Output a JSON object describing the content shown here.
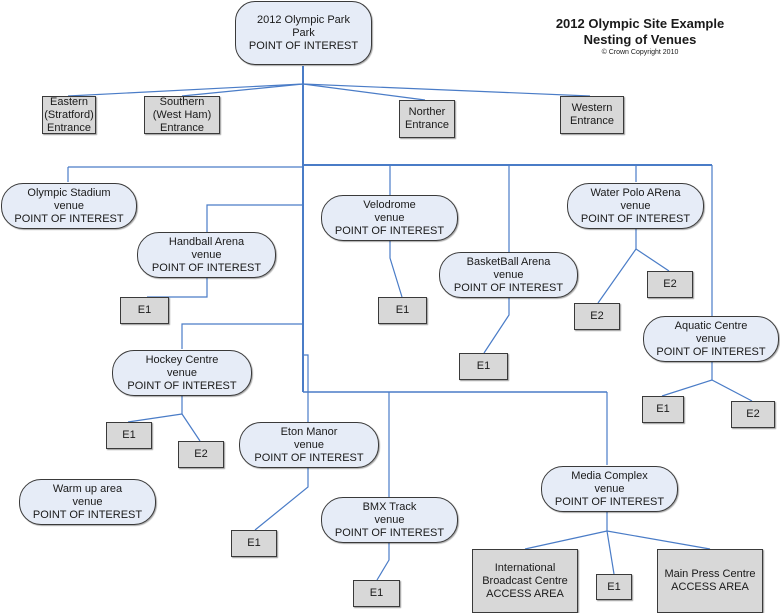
{
  "title": {
    "line1": "2012 Olympic Site Example",
    "line2": "Nesting of Venues",
    "copyright": "© Crown Copyright 2010"
  },
  "colors": {
    "link": "#4a7cc7",
    "poi_fill": "#e6ecf7",
    "box_fill": "#d8d8d8"
  },
  "root": {
    "line1": "2012 Olympic Park",
    "line2": "Park",
    "line3": "POINT OF INTEREST"
  },
  "entrances": [
    {
      "lines": [
        "Eastern",
        "(Stratford)",
        "Entrance"
      ]
    },
    {
      "lines": [
        "Southern",
        "(West Ham)",
        "Entrance"
      ]
    },
    {
      "lines": [
        "Norther",
        "Entrance"
      ]
    },
    {
      "lines": [
        "Western",
        "Entrance"
      ]
    }
  ],
  "venues": {
    "olympic_stadium": {
      "name": "Olympic Stadium",
      "type": "venue",
      "kind": "POINT OF INTEREST"
    },
    "handball": {
      "name": "Handball Arena",
      "type": "venue",
      "kind": "POINT OF INTEREST",
      "children": [
        "E1"
      ]
    },
    "velodrome": {
      "name": "Velodrome",
      "type": "venue",
      "kind": "POINT OF INTEREST",
      "children": [
        "E1"
      ]
    },
    "basketball": {
      "name": "BasketBall Arena",
      "type": "venue",
      "kind": "POINT OF INTEREST",
      "children": [
        "E1"
      ]
    },
    "water_polo": {
      "name": "Water Polo ARena",
      "type": "venue",
      "kind": "POINT OF INTEREST",
      "children": [
        "E2",
        "E2"
      ]
    },
    "aquatic": {
      "name": "Aquatic Centre",
      "type": "venue",
      "kind": "POINT OF INTEREST",
      "children": [
        "E1",
        "E2"
      ]
    },
    "hockey": {
      "name": "Hockey Centre",
      "type": "venue",
      "kind": "POINT OF INTEREST",
      "children": [
        "E1",
        "E2"
      ]
    },
    "eton_manor": {
      "name": "Eton Manor",
      "type": "venue",
      "kind": "POINT OF INTEREST",
      "children": [
        "E1"
      ]
    },
    "warm_up": {
      "name": "Warm up area",
      "type": "venue",
      "kind": "POINT OF INTEREST"
    },
    "bmx": {
      "name": "BMX Track",
      "type": "venue",
      "kind": "POINT OF INTEREST",
      "children": [
        "E1"
      ]
    },
    "media": {
      "name": "Media Complex",
      "type": "venue",
      "kind": "POINT OF INTEREST",
      "children": [
        "E1"
      ]
    }
  },
  "access_areas": [
    {
      "lines": [
        "International",
        "Broadcast Centre",
        "ACCESS AREA"
      ]
    },
    {
      "lines": [
        "Main Press Centre",
        "ACCESS AREA"
      ]
    }
  ]
}
